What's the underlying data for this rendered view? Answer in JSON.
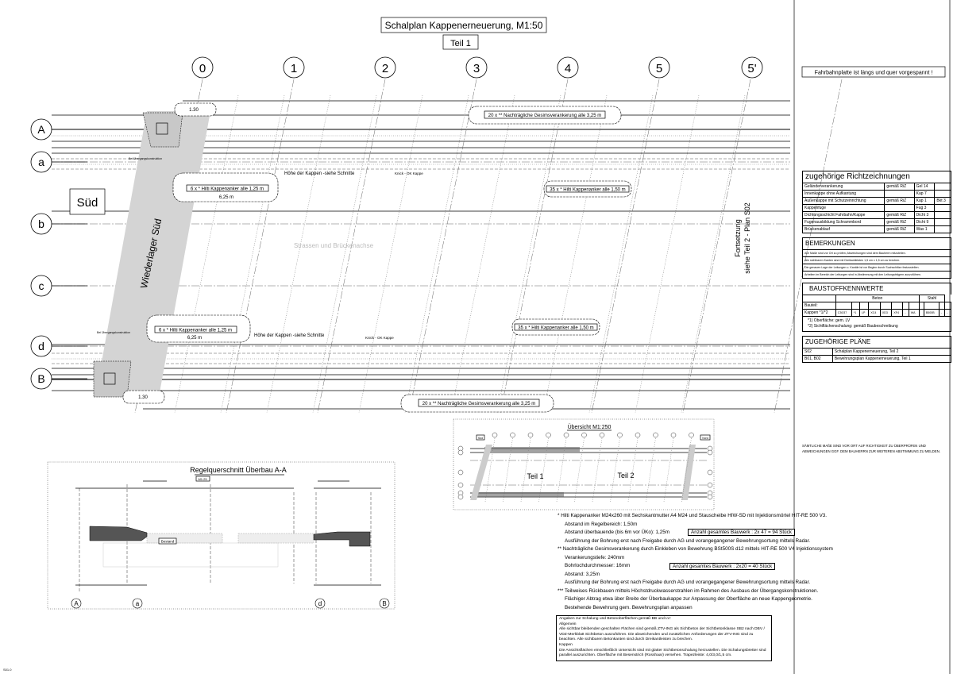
{
  "title": "Schalplan Kappenerneuerung, M1:50",
  "subtitle": "Teil 1",
  "axes_columns": [
    "0",
    "1",
    "2",
    "3",
    "4",
    "5",
    "5'"
  ],
  "axes_rows": [
    "A",
    "a",
    "b",
    "c",
    "d",
    "B"
  ],
  "prestress_note": "Fahrbahnplatte ist längs und quer vorgespannt !",
  "plan": {
    "side_label": "Süd",
    "abutment_label": "Wiederlager Süd",
    "road_axis_label": "Strassen und Brückenachse",
    "continuation_1": "Fortsetzung",
    "continuation_2": "siehe Teil 2 - Plan S02",
    "cloud_top": "20 x ** Nachträgliche Gesimsverankerung alle 3,25 m",
    "cloud_bottom": "20 x ** Nachträgliche Gesimsverankerung alle 3,25 m",
    "anchor_left_top": "6 x * Hilti Kappenanker alle 1,25 m",
    "anchor_left_top_len": "6,25 m",
    "anchor_right_top": "35 x * Hilti Kappenanker alle 1,50 m",
    "anchor_left_bottom": "6 x * Hilti Kappenanker alle 1,25 m",
    "anchor_left_bottom_len": "6,25 m",
    "anchor_right_bottom": "35 x * Hilti Kappenanker alle 1,50 m",
    "dim_top": "1.30",
    "dim_bottom": "1.30",
    "height_note_top": "Höhe der Kappen -siehe Schnitte",
    "height_note_bottom": "Höhe der Kappen -siehe Schnitte",
    "knick_top": "Knick - OK Kappe",
    "knick_bottom": "Knick - OK Kappe",
    "transition_top": "Bei Übergangskonstruktion",
    "transition_bottom": "Bei Übergangskonstruktion"
  },
  "section": {
    "title": "Regelquerschnitt Überbau A-A",
    "scale": "M1:25",
    "bestand": "Bestand",
    "axes": [
      "A",
      "a",
      "d",
      "B"
    ]
  },
  "overview": {
    "title": "Übersicht M1:250",
    "sud": "Süd",
    "nord": "Nord",
    "part1": "Teil 1",
    "part2": "Teil 2"
  },
  "notes": {
    "n1_mark": "*",
    "n1": "Hilti Kappenanker M24x260 mit Sechskantmutter A4 M24 und Stauscheibe HIW-SD mit Injektionsmörtel HIT-RE 500 V3.",
    "n1_a": "Abstand im Regelbereich: 1,50m",
    "n1_b": "Abstand überbauende (bis 6m vor ÜKo): 1,25m",
    "n1_c": "Ausführung der Bohrung erst nach Freigabe durch AG und vorangegangener Bewehrungsortung mittels Radar.",
    "count1": "Anzahl gesamtes Bauwerk : 2x 47 = 94 Stück",
    "n2_mark": "**",
    "n2": "Nachträgliche Gesimsverankerung durch Einkleben von Bewehrung BSt500S d12 mittels HIT-RE 500 V4 Injektionssystem",
    "n2_a": "Verankerungstiefe: 240mm",
    "n2_b": "Bohrlochdurchmesser: 16mm",
    "n2_c": "Abstand: 3,25m",
    "n2_d": "Ausführung der Bohrung erst nach Freigabe durch AG und vorangegangener Bewehrungsortung mittels Radar.",
    "count2": "Anzahl gesamtes Bauwerk : 2x20 = 40 Stück",
    "n3_mark": "***",
    "n3": "Teilweises Rückbauen mittels Höchstdruckwasserstrahlen im Rahmen des Ausbaus der Übergangskonstruktionen.",
    "n3_a": "Flächiger Abtrag etwa über Breite der Überbaukappe zur Anpassung der Oberfläche an neue Kappengeometrie.",
    "n3_b": "Bestehende Bewehrung gem. Bewehrungsplan anpassen"
  },
  "spec": {
    "l1": "Angaben zur Schalung und Betonoberflächen gemäß BB und LV:",
    "l2": "Allgemein",
    "l3": "Alle sichtbar bleibenden geschalten Flächen sind gemäß ZTV-ING als Sichtbeton der Sichtbetonklasse SB2 nach DBV / VDZ-Merkblatt Sichtbeton auszuführen. Die abweichenden und zusätzlichen Anforderungen der ZTV-ING sind zu beachten. Alle sichtbaren Betonkanten sind durch Dreikantleisten zu brechen.",
    "l4": "Kappen",
    "l5": "Die Ansichtsflächen einschließlich Untersicht sind mit glatter Sichtbetonschalung herzustellen. Die Schalungsbretter sind parallel auszurichten. Oberfläche mit Besenstrich (Rosshaar) versehen. Trapezleiste: 4,0/3,0/1,5 cm."
  },
  "richtzeichnungen": {
    "title": "zugehörige Richtzeichnungen",
    "rows": [
      [
        "Geländerverankerung",
        "gemäß RiZ",
        "Gel 14",
        ""
      ],
      [
        "Innenkappe ohne Aufkantung",
        "",
        "Kap 7",
        ""
      ],
      [
        "Außenkappe mit Schutzeinrichtung",
        "gemäß RiZ",
        "Kap 1",
        "Bkt 3"
      ],
      [
        "Kappenfuge",
        "",
        "Fug 3",
        ""
      ],
      [
        "Dichtungsschicht Fahrbahn/Kappe",
        "gemäß RiZ",
        "Dicht 3",
        ""
      ],
      [
        "Fugenausbildung Schrammbord",
        "gemäß RiZ",
        "Dicht 9",
        ""
      ],
      [
        "Brückenablauf",
        "gemäß RiZ",
        "Was 1",
        ""
      ]
    ]
  },
  "bemerkungen": {
    "title": "BEMERKUNGEN",
    "rows": [
      "Alle Maße sind vor Ort zu prüfen; Abweichungen sind dem Bauherrn mitzuteilen.",
      "Alle sichtbaren Kanten sind mit Dreikantleisten 1,5 cm x 1,5 cm zu brechen.",
      "Die genauen Lage der Leitungen u. Kanäle ist vor Beginn durch Suchschlitze festzustellen.",
      "Arbeiten im Bereich der Leitungen sind in Abstimmung mit den Leitungsträgern auszuführen."
    ]
  },
  "baustoff": {
    "title": "BAUSTOFFKENNWERTE",
    "beton": "Beton",
    "stahl": "Stahl",
    "bauteil": "Bauteil:",
    "row_label": "Kappen *1/*2",
    "row_values": [
      "C30/37",
      "*1",
      "LP",
      "XC4",
      "XD3",
      "XF4",
      "-",
      "WA",
      "",
      "B500B",
      "-",
      "-"
    ],
    "fn1": "*1) Oberfläche: gem. LV",
    "fn2": "*2) Sichtflächenschalung: gemäß Baubeschreibung"
  },
  "plaene": {
    "title": "ZUGEHÖRIGE PLÄNE",
    "rows": [
      [
        "S02",
        "Schalplan Kappenerneuerung, Teil 2"
      ],
      [
        "B01, B02",
        "Bewehrungsplan Kappenerneuerung, Teil 1"
      ]
    ]
  },
  "disclaimer": "SÄMTLICHE MAßE SIND VOR ORT AUF RICHTIGKEIT ZU ÜBERPRÜFEN UND ABWEICHUNGEN GGF. DEM BAUHERRN ZUR WEITEREN ABSTIMMUNG ZU MELDEN.",
  "plan_number": "S01.0"
}
